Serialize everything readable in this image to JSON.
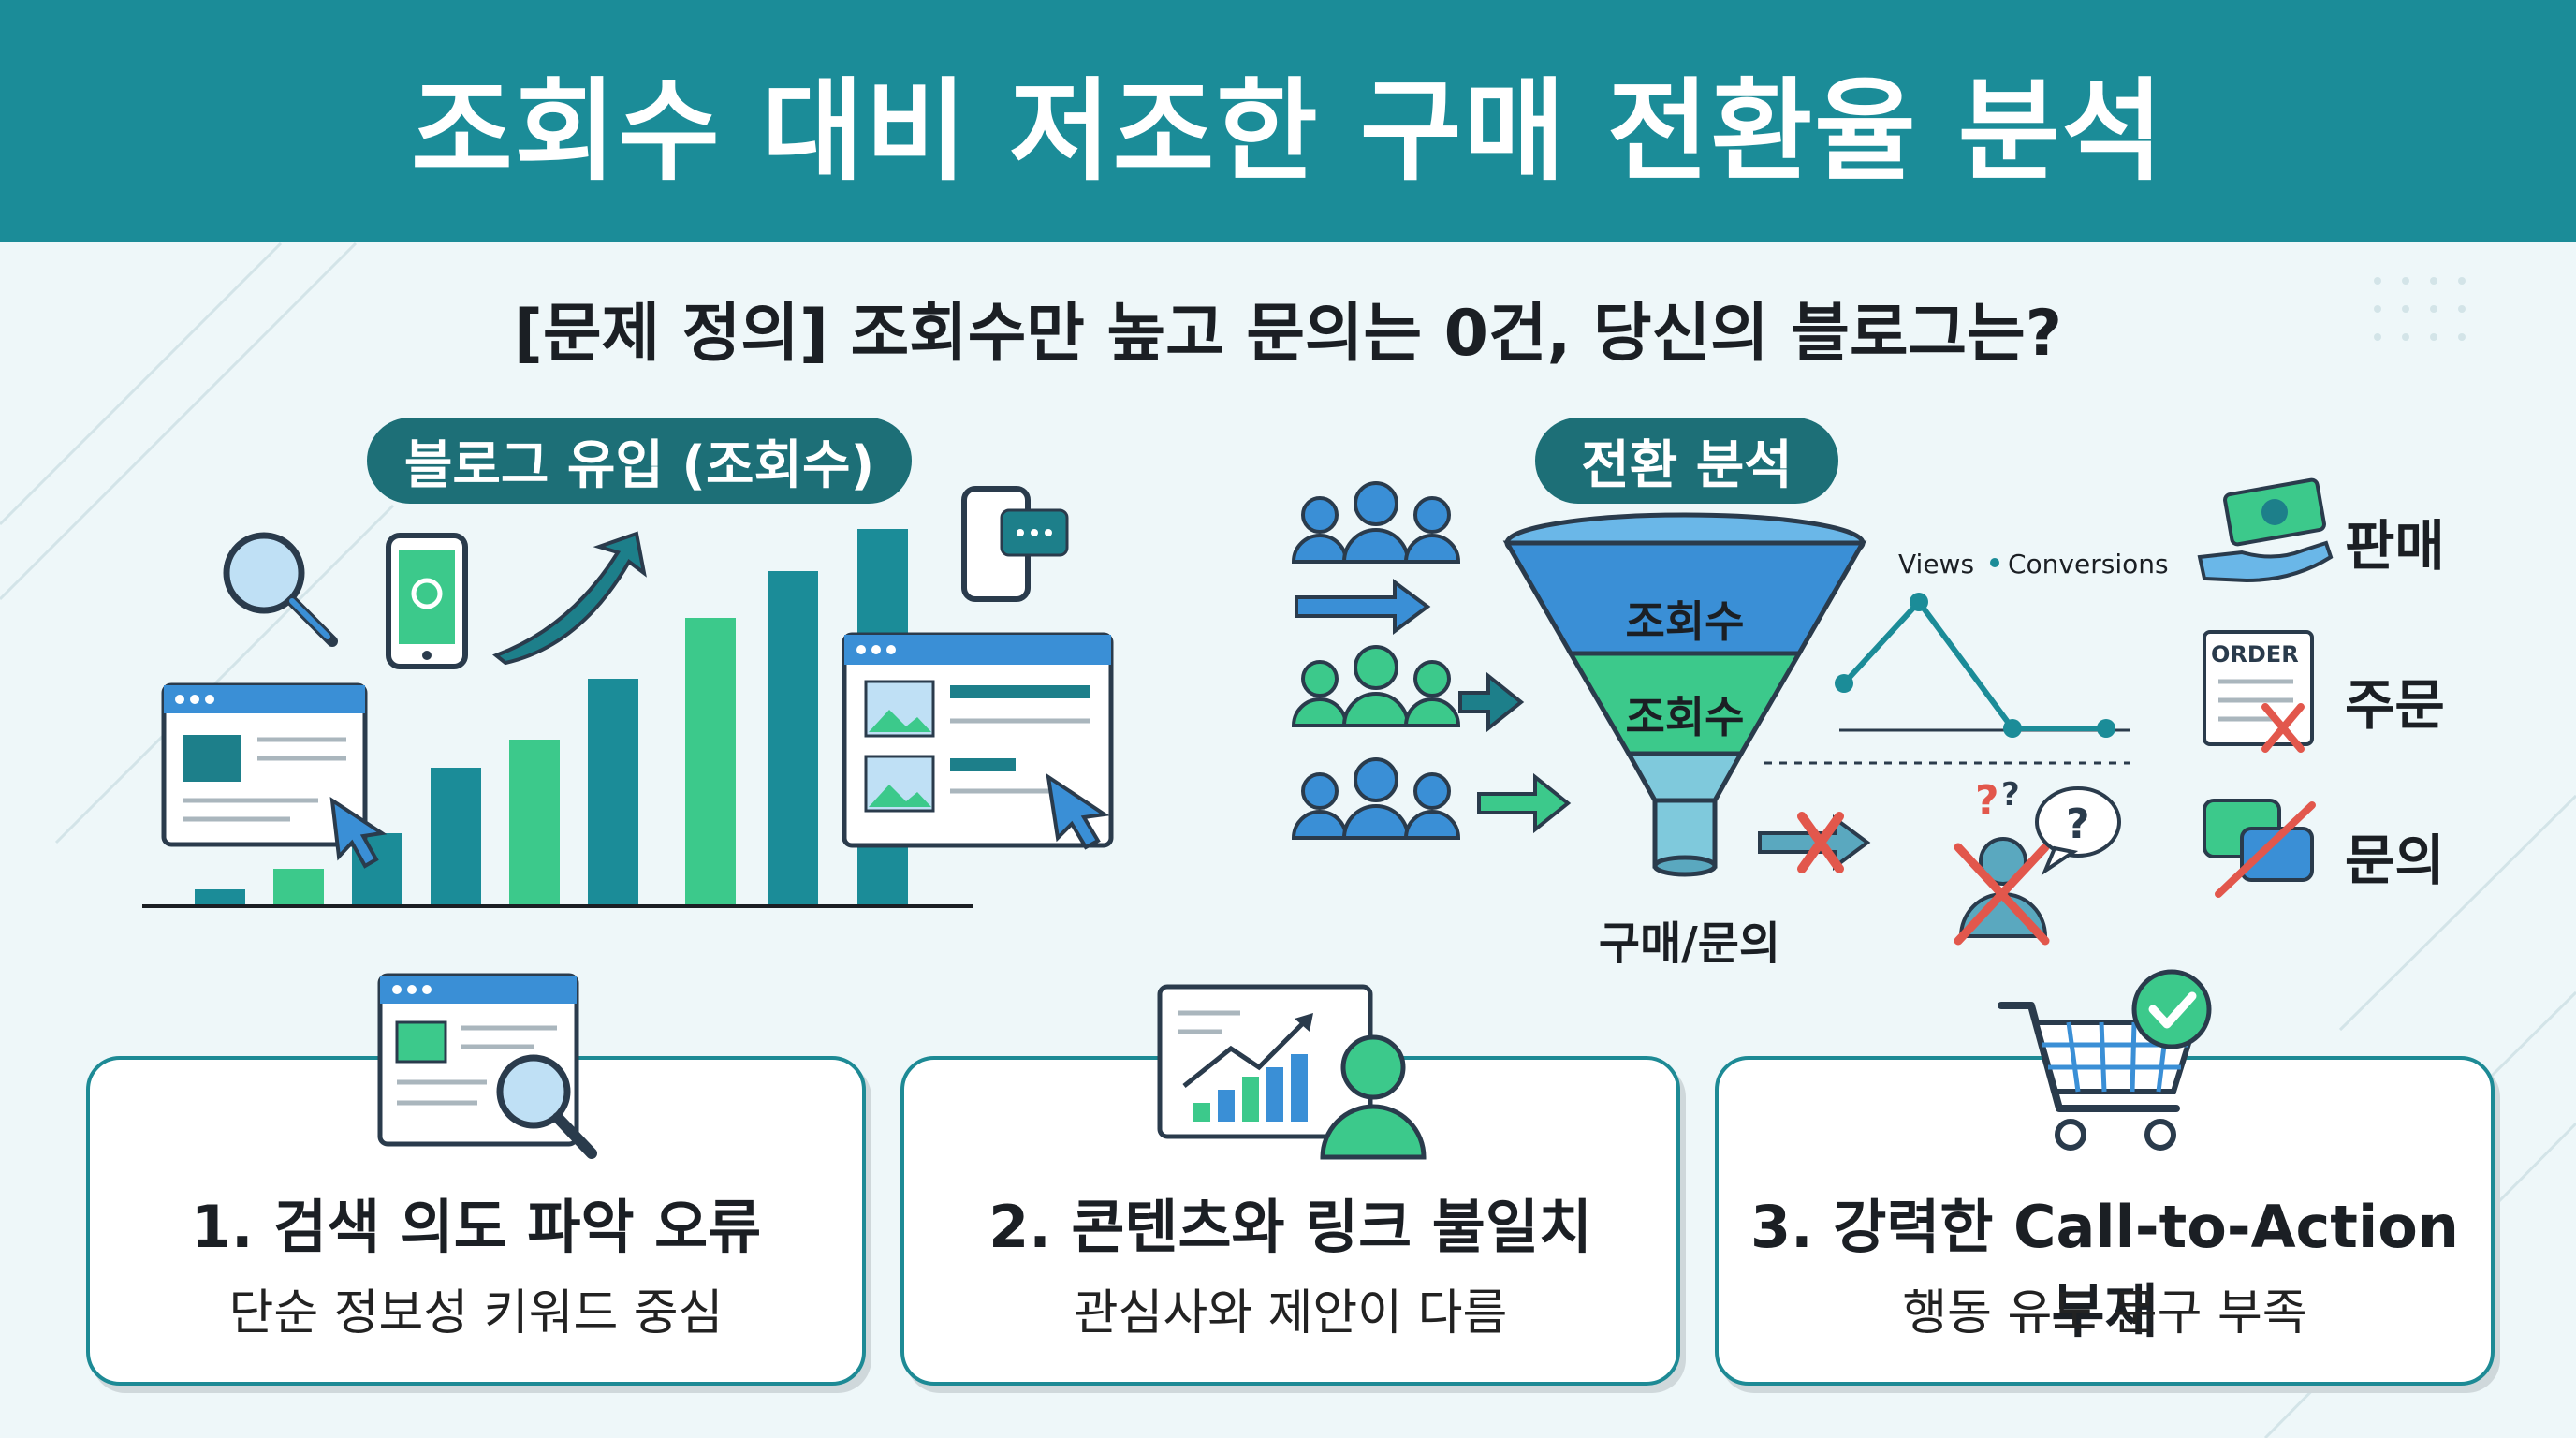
{
  "header": {
    "title": "조회수 대비 저조한 구매 전환율 분석"
  },
  "subtitle": "[문제 정의] 조회수만 높고 문의는 0건, 당신의 블로그는?",
  "left_section": {
    "pill": "블로그 유입 (조회수)"
  },
  "right_section": {
    "pill": "전환 분석",
    "funnel": {
      "top_label": "조회수",
      "mid_label": "조회수",
      "bottom_label": "구매/문의"
    },
    "mini_chart": {
      "legend_views": "Views",
      "legend_conversions": "Conversions"
    },
    "outcomes": {
      "sale": "판매",
      "order": "주문",
      "order_tag": "ORDER",
      "inquiry": "문의"
    }
  },
  "cards": [
    {
      "title": "1. 검색 의도 파악 오류",
      "subtitle": "단순 정보성 키워드 중심"
    },
    {
      "title": "2. 콘텐츠와 링크 불일치",
      "subtitle": "관심사와 제안이 다름"
    },
    {
      "title": "3. 강력한 Call-to-Action 부재",
      "subtitle": "행동 유도 문구 부족"
    }
  ],
  "icons": [
    "magnifier-icon",
    "phone-search-icon",
    "trend-arrow-icon",
    "browser-window-icon",
    "cursor-icon",
    "phone-chat-icon",
    "people-group-icon",
    "arrow-icon",
    "funnel-icon",
    "cross-icon",
    "confused-user-icon",
    "money-hand-icon",
    "order-receipt-icon",
    "chat-bubbles-icon",
    "analytics-person-icon",
    "shopping-cart-icon",
    "check-badge-icon"
  ],
  "colors": {
    "teal": "#1b8c98",
    "dark_teal": "#1d6f77",
    "green": "#3cc98b",
    "blue": "#3a8fd6",
    "red": "#e2574c"
  }
}
